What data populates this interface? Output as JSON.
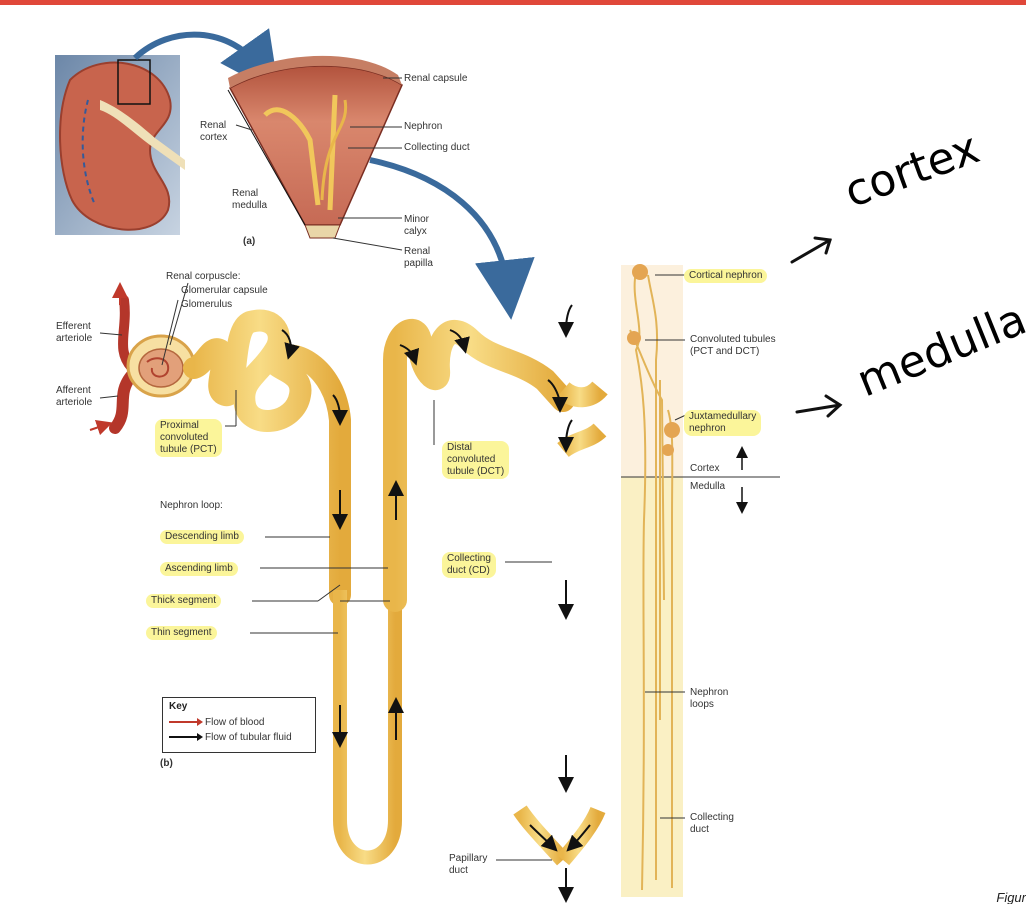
{
  "panel_a": {
    "tag": "(a)",
    "labels": {
      "renal_capsule": "Renal capsule",
      "nephron": "Nephron",
      "collecting_duct": "Collecting duct",
      "renal_cortex": "Renal\ncortex",
      "renal_medulla": "Renal\nmedulla",
      "minor_calyx": "Minor\ncalyx",
      "renal_papilla": "Renal\npapilla"
    }
  },
  "panel_b": {
    "tag": "(b)",
    "labels": {
      "renal_corpuscle": "Renal corpuscle:",
      "glomerular_capsule": "Glomerular capsule",
      "glomerulus": "Glomerulus",
      "efferent": "Efferent\narteriole",
      "afferent": "Afferent\narteriole",
      "pct": "Proximal\nconvoluted\ntubule (PCT)",
      "dct": "Distal\nconvoluted\ntubule (DCT)",
      "nephron_loop": "Nephron loop:",
      "descending_limb": "Descending limb",
      "ascending_limb": "Ascending limb",
      "thick_segment": "Thick segment",
      "thin_segment": "Thin segment",
      "collecting_duct_cd": "Collecting\nduct (CD)",
      "papillary_duct": "Papillary\nduct"
    }
  },
  "key": {
    "title": "Key",
    "blood": "Flow of blood",
    "tubular": "Flow of tubular fluid"
  },
  "panel_c": {
    "labels": {
      "cortical_nephron": "Cortical nephron",
      "convoluted_tubules": "Convoluted tubules\n(PCT and DCT)",
      "juxtamedullary": "Juxtamedullary\nnephron",
      "cortex": "Cortex",
      "medulla": "Medulla",
      "nephron_loops": "Nephron\nloops",
      "collecting_duct": "Collecting\nduct"
    }
  },
  "annotations": {
    "cortex": "cortex",
    "medulla": "medulla"
  },
  "figure_caption_fragment": "Figur",
  "colors": {
    "top_bar": "#e0483a",
    "tubule": "#f2c85c",
    "highlight": "#fbf59a",
    "blood": "#c0392b",
    "arrow_blue": "#3a6a9c"
  }
}
